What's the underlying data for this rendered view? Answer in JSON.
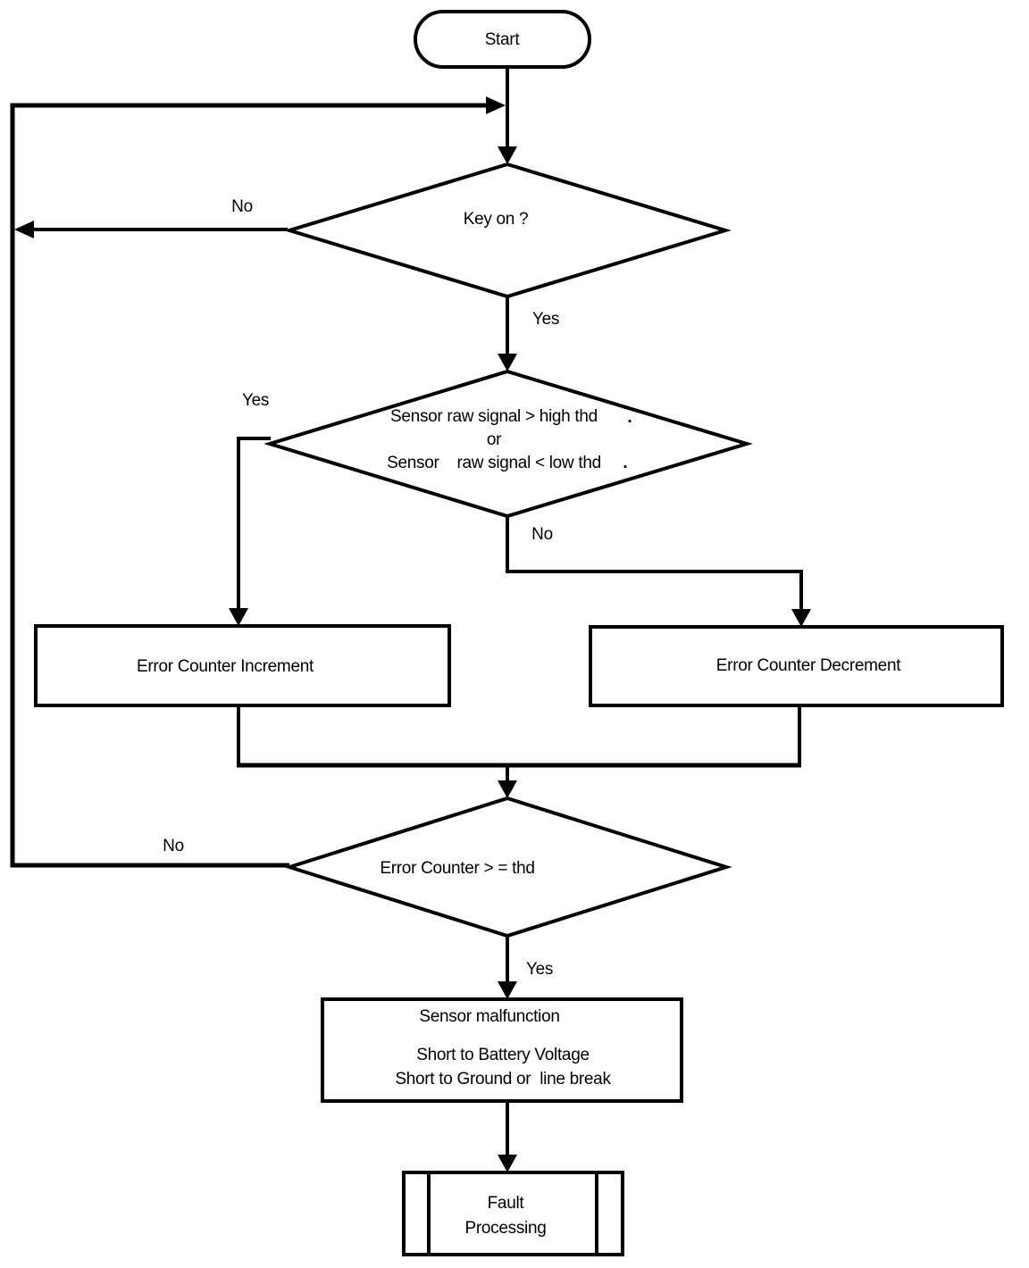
{
  "flowchart": {
    "nodes": {
      "start": {
        "type": "terminator",
        "label": "Start"
      },
      "key_on": {
        "type": "decision",
        "label": "Key on ?"
      },
      "sensor_check": {
        "type": "decision",
        "line1": "Sensor raw signal > high thd",
        "line2": "or",
        "line3": "Sensor    raw signal < low thd"
      },
      "error_increment": {
        "type": "process",
        "label": "Error Counter Increment"
      },
      "error_decrement": {
        "type": "process",
        "label": "Error Counter Decrement"
      },
      "counter_threshold": {
        "type": "decision",
        "label": "Error Counter > = thd"
      },
      "sensor_malfunction": {
        "type": "process",
        "line1": "Sensor malfunction",
        "line2": "Short to Battery Voltage",
        "line3": "Short to Ground or  line break"
      },
      "fault_processing": {
        "type": "predefined-process",
        "line1": "Fault",
        "line2": "Processing"
      }
    },
    "edges": {
      "key_on_no": "No",
      "key_on_yes": "Yes",
      "sensor_yes": "Yes",
      "sensor_no": "No",
      "threshold_no": "No",
      "threshold_yes": "Yes"
    },
    "annotations": {
      "dot1": ".",
      "dot2": "."
    },
    "colors": {
      "line": "#000000",
      "background": "#ffffff"
    }
  }
}
